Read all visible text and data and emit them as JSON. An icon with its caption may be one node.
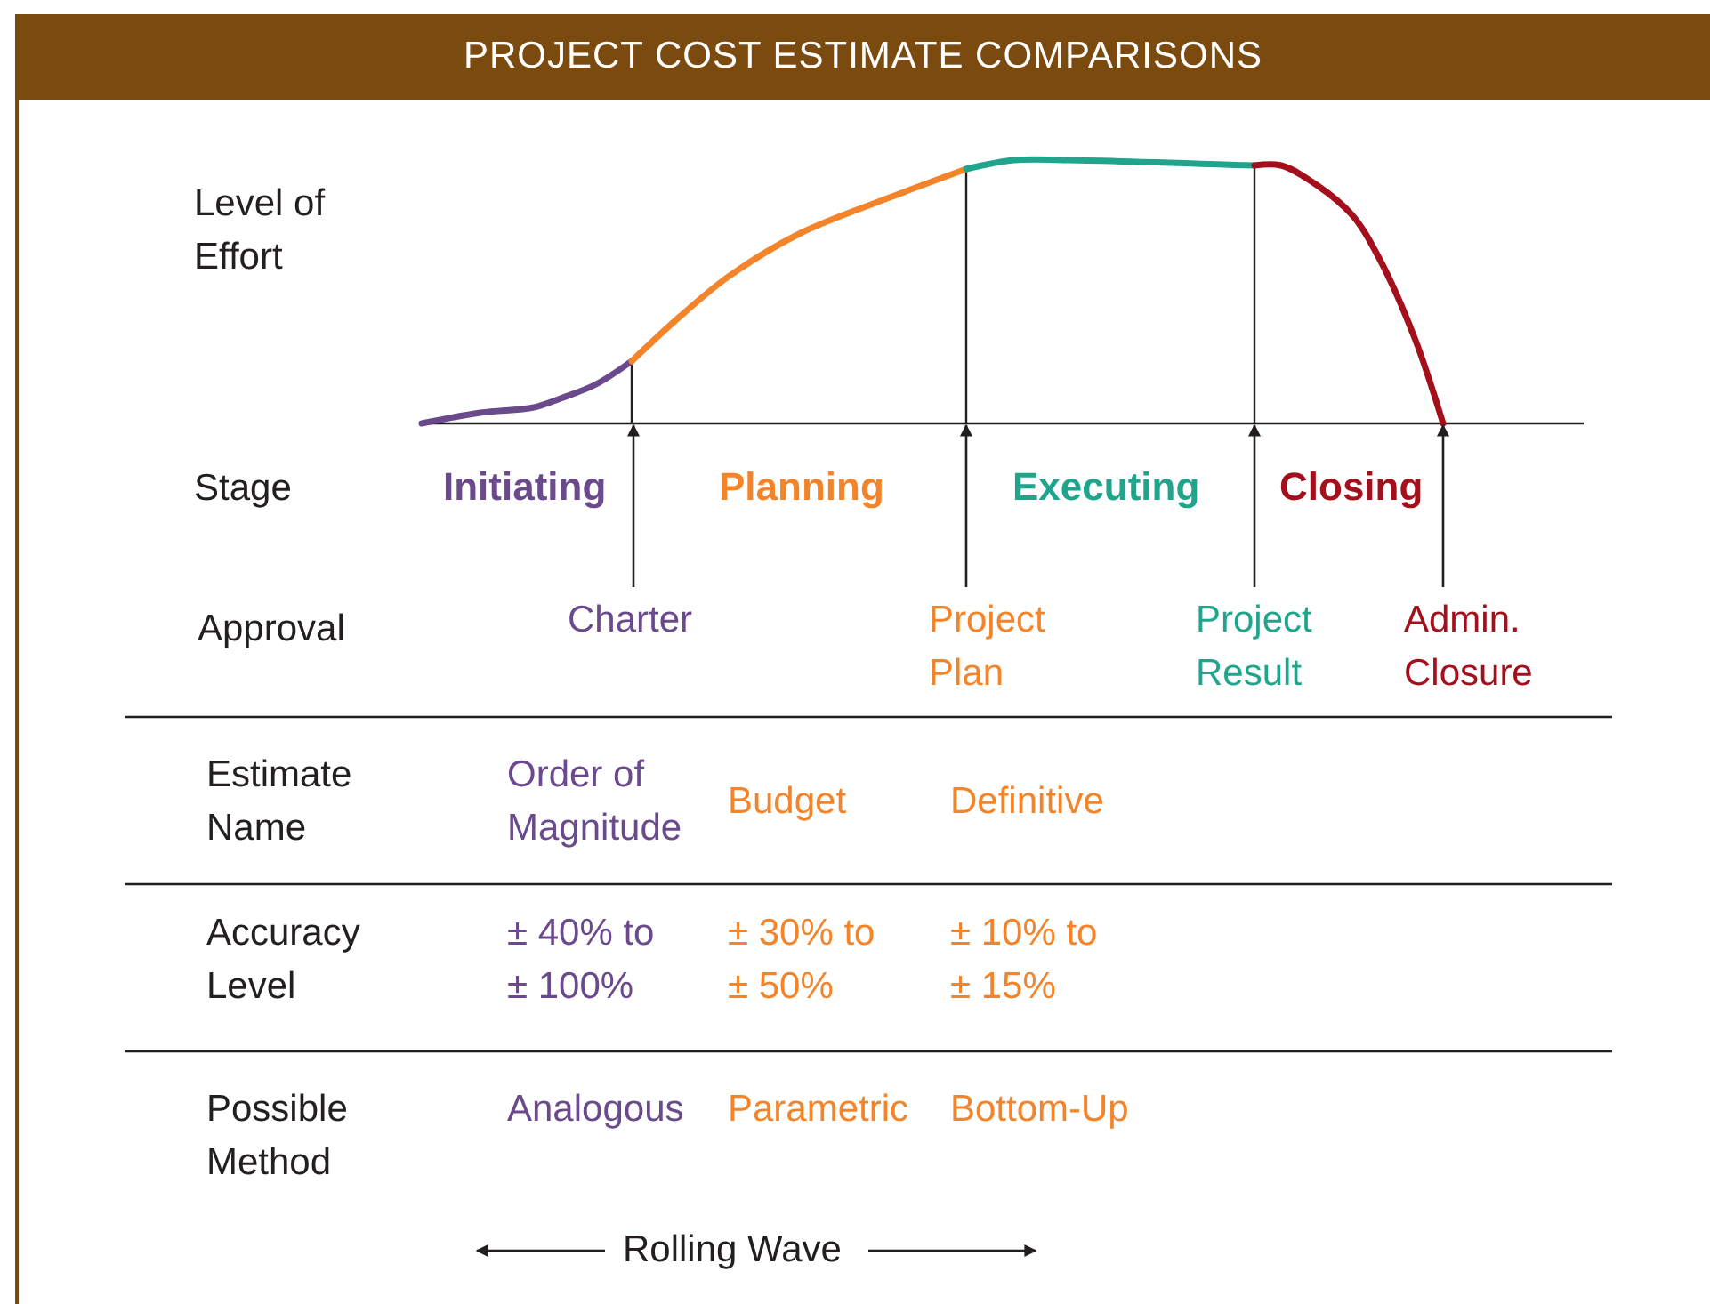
{
  "diagram": {
    "title": "PROJECT COST ESTIMATE COMPARISONS",
    "nodes": [
      {
        "text": [],
        "shape": "picture"
      },
      {
        "text": [
          "Charter"
        ]
      },
      {
        "text": [
          "Project Plan"
        ]
      },
      {
        "text": [
          "Project Result"
        ]
      },
      {
        "text": [
          "Admin. Closure"
        ]
      }
    ],
    "edges": [
      {
        "from": 1,
        "to": 0,
        "arrow": "to"
      },
      {
        "from": 2,
        "to": 0,
        "arrow": "to"
      },
      {
        "from": 3,
        "to": 0,
        "arrow": "to"
      },
      {
        "from": 4,
        "to": 0,
        "arrow": "to"
      }
    ],
    "labels": [
      "Level of Effort",
      "Stage",
      "Initiating",
      "Planning",
      "Executing",
      "Closing",
      "Approval",
      "Estimate Name",
      "Order of Magnitude",
      "Budget",
      "Definitive",
      "Accuracy Level",
      "± 40% to ± 100%",
      "± 30% to ± 50%",
      "± 10% to ± 15%",
      "Possible Method",
      "Analogous",
      "Parametric",
      "Bottom-Up",
      "Rolling Wave"
    ]
  }
}
